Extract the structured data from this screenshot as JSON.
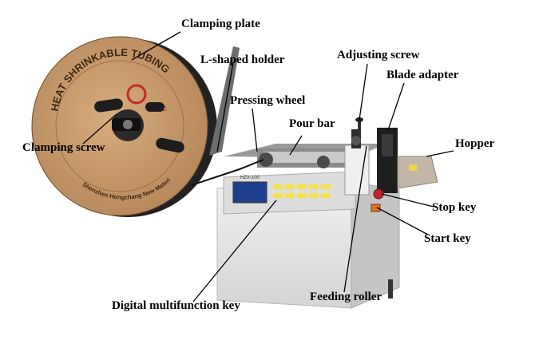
{
  "labels": {
    "clamping_plate": "Clamping plate",
    "l_shaped_holder": "L-shaped holder",
    "adjusting_screw": "Adjusting screw",
    "blade_adapter": "Blade adapter",
    "pressing_wheel": "Pressing wheel",
    "pour_bar": "Pour bar",
    "clamping_screw": "Clamping screw",
    "hopper": "Hopper",
    "stop_key": "Stop key",
    "start_key": "Start key",
    "digital_multifunction_key": "Digital multifunction key",
    "feeding_roller": "Feeding roller"
  },
  "reel": {
    "text_top": "HEAT SHRINKABLE TUBING",
    "text_bottom": "Shenzhen Hongchang New Material",
    "logo": "HRXC"
  },
  "machine": {
    "model": "HZX-100"
  },
  "colors": {
    "reel": "#c99b6a",
    "machine_body": "#e9e9e9",
    "lines": "#000000",
    "stop_key": "#c0262c",
    "start_key": "#e2711d"
  }
}
